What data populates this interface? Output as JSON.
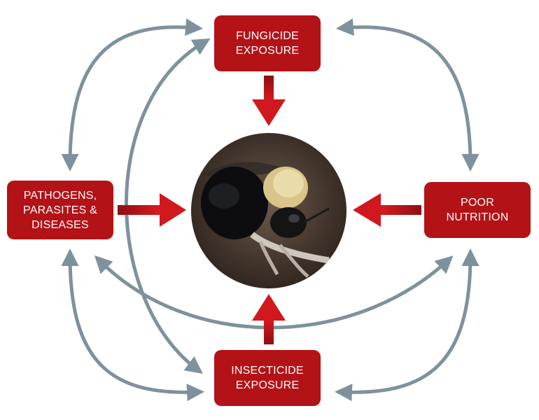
{
  "nodes": {
    "fungicide": {
      "lines": [
        "FUNGICIDE",
        "EXPOSURE"
      ]
    },
    "pathogens": {
      "lines": [
        "PATHOGENS,",
        "PARASITES &",
        "DISEASES"
      ]
    },
    "nutrition": {
      "lines": [
        "POOR",
        "NUTRITION"
      ]
    },
    "insecticide": {
      "lines": [
        "INSECTICIDE",
        "EXPOSURE"
      ]
    }
  },
  "center_image": {
    "subject": "bumble bee photograph"
  },
  "colors": {
    "box_fill": "#b31217",
    "box_text": "#ffffff",
    "inward_arrow": "#d0181e",
    "connector_arrow": "#7d929c",
    "background": "#ffffff"
  },
  "connections": [
    {
      "from": "fungicide",
      "to": "pathogens",
      "bidirectional": true
    },
    {
      "from": "fungicide",
      "to": "nutrition",
      "bidirectional": true
    },
    {
      "from": "pathogens",
      "to": "insecticide",
      "bidirectional": true
    },
    {
      "from": "nutrition",
      "to": "insecticide",
      "bidirectional": true
    },
    {
      "from": "fungicide",
      "to": "insecticide",
      "bidirectional": true
    },
    {
      "from": "pathogens",
      "to": "nutrition",
      "bidirectional": true
    }
  ],
  "inward_arrows": [
    "fungicide",
    "pathogens",
    "nutrition",
    "insecticide"
  ]
}
